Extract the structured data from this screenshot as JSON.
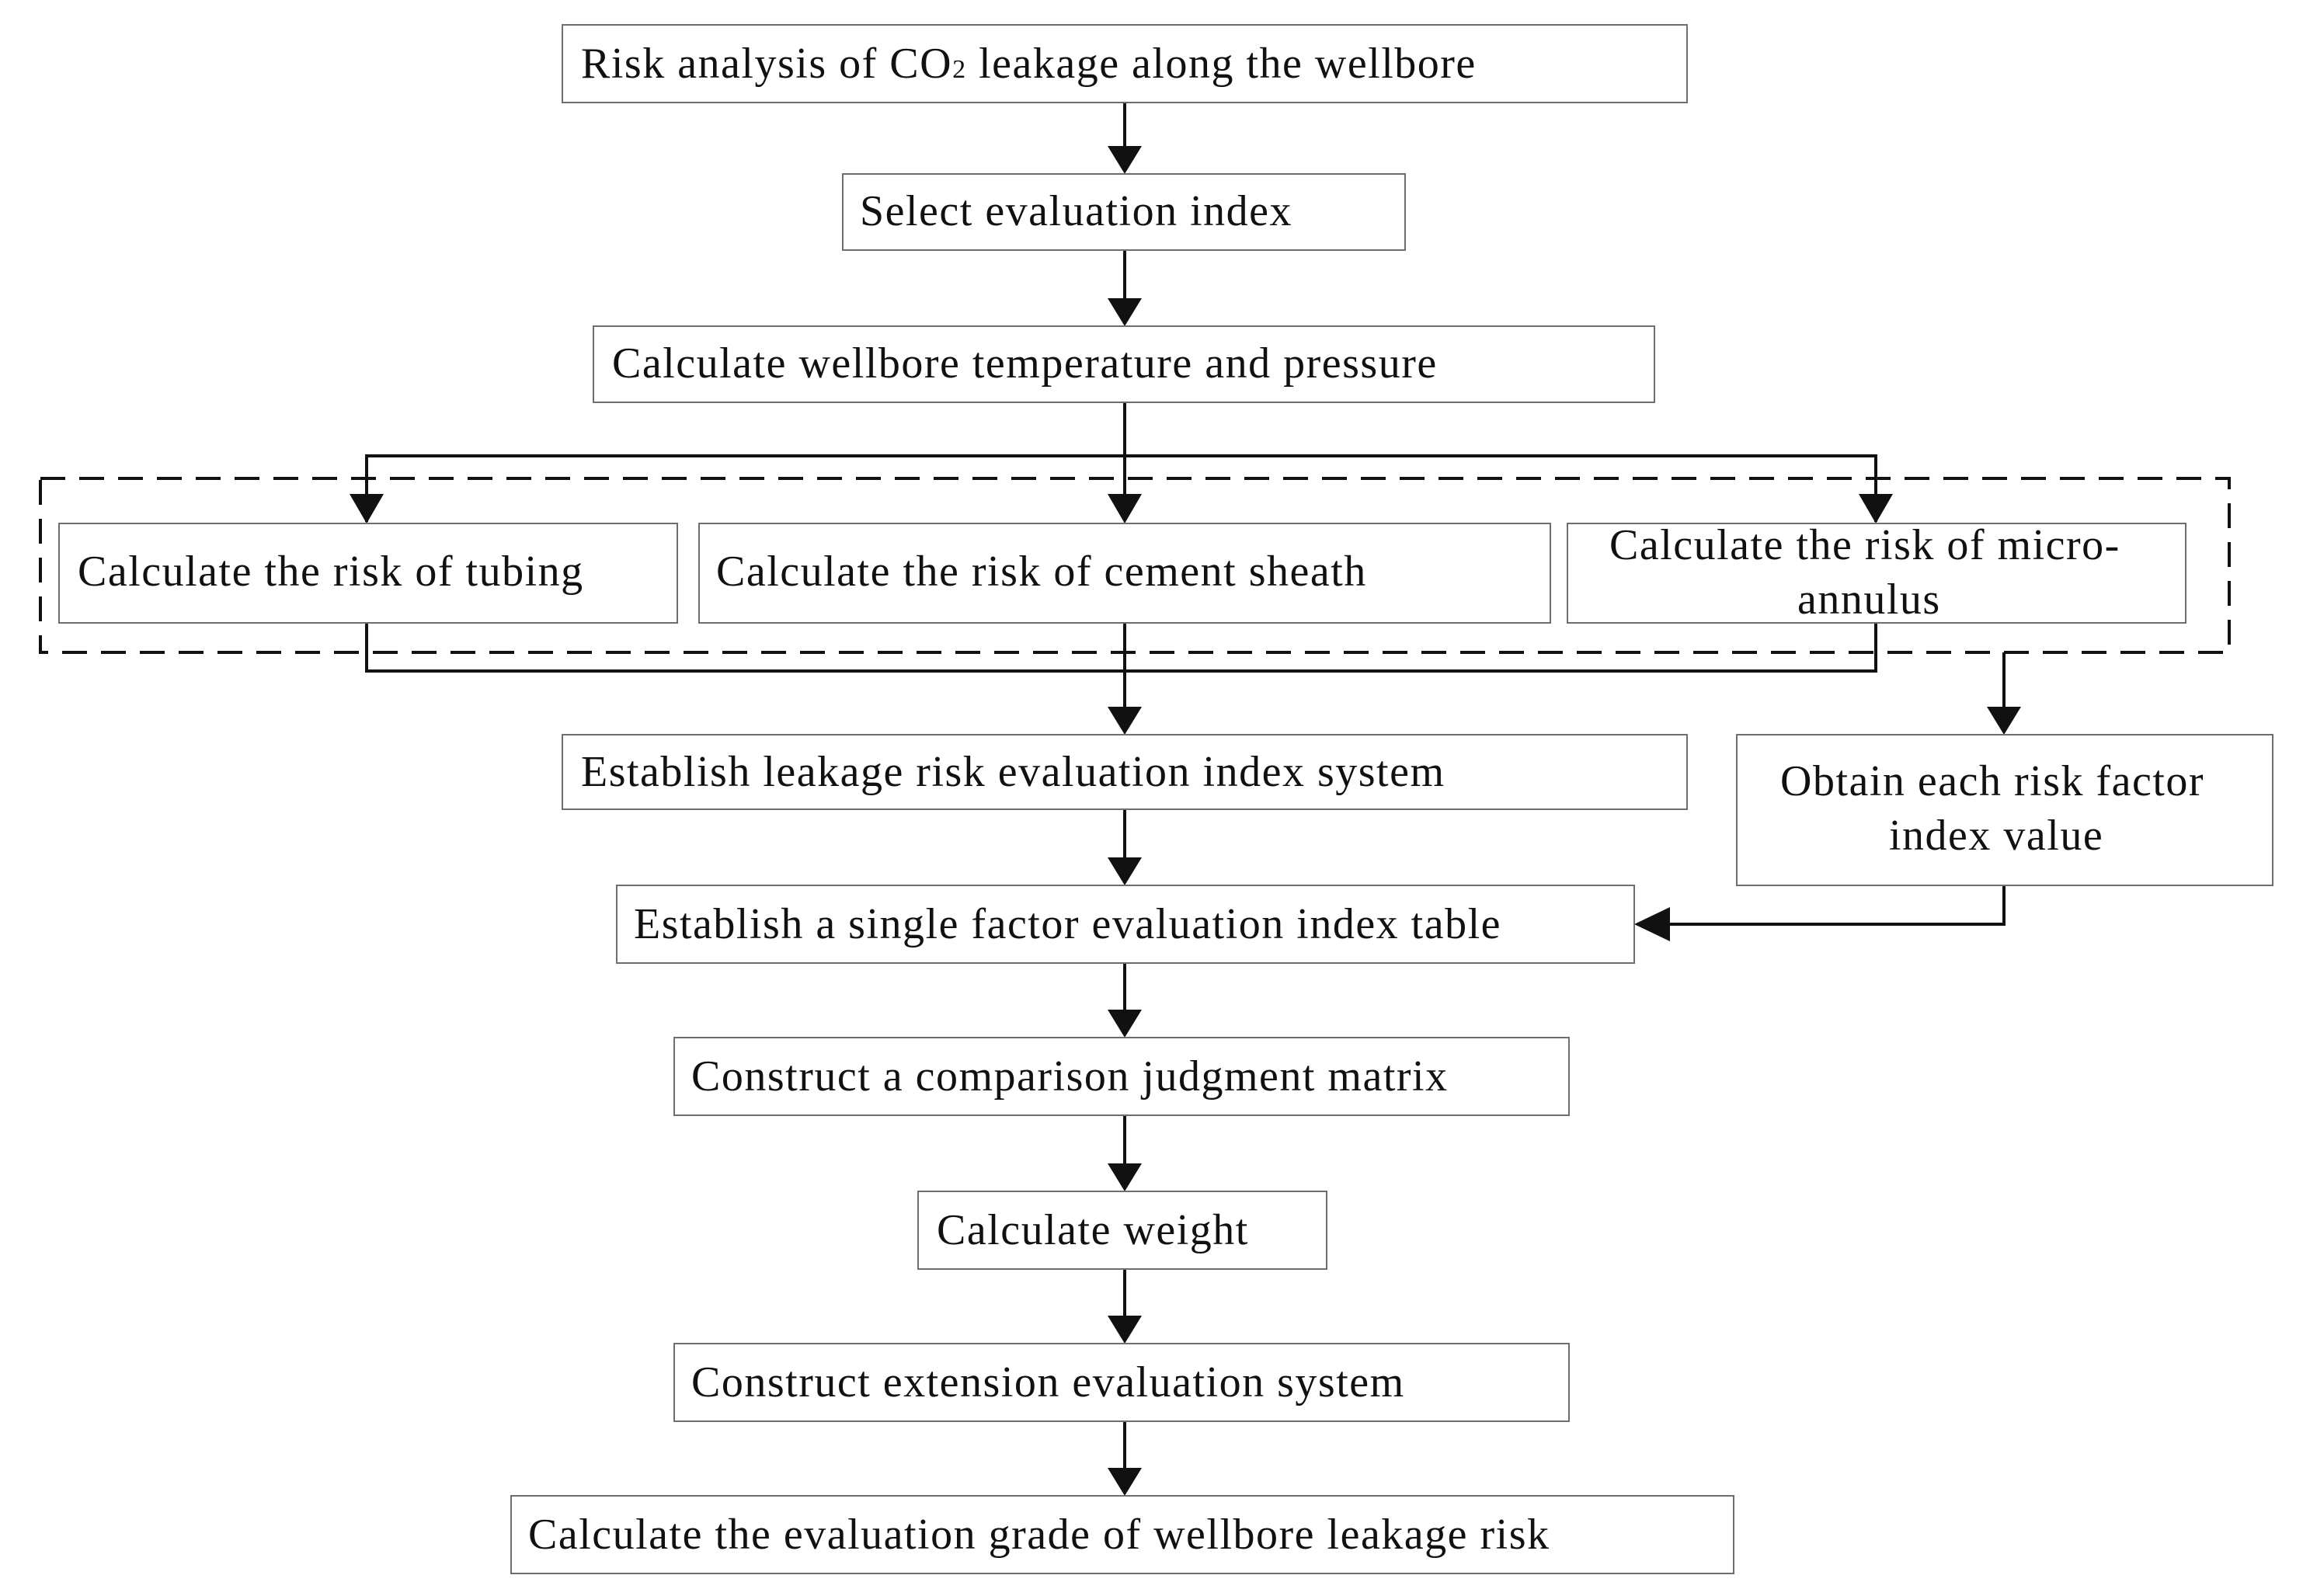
{
  "nodes": {
    "risk_analysis": {
      "prefix": "Risk analysis of CO",
      "sub": "2",
      "suffix": " leakage along the wellbore"
    },
    "select_index": "Select evaluation index",
    "calc_temp_pressure": "Calculate wellbore temperature and pressure",
    "calc_tubing": "Calculate the risk of tubing",
    "calc_cement": "Calculate the risk of  cement sheath",
    "calc_micro_line1": "Calculate the risk of micro-",
    "calc_micro_line2": "annulus",
    "establish_system": "Establish leakage risk evaluation index system",
    "obtain_line1": "Obtain each risk factor",
    "obtain_line2": "index value",
    "single_factor_table": "Establish a single factor evaluation index table",
    "comparison_matrix": "Construct a comparison judgment matrix",
    "calc_weight": "Calculate weight",
    "extension_system": "Construct extension evaluation system",
    "evaluation_grade": "Calculate the evaluation grade of wellbore leakage risk"
  }
}
